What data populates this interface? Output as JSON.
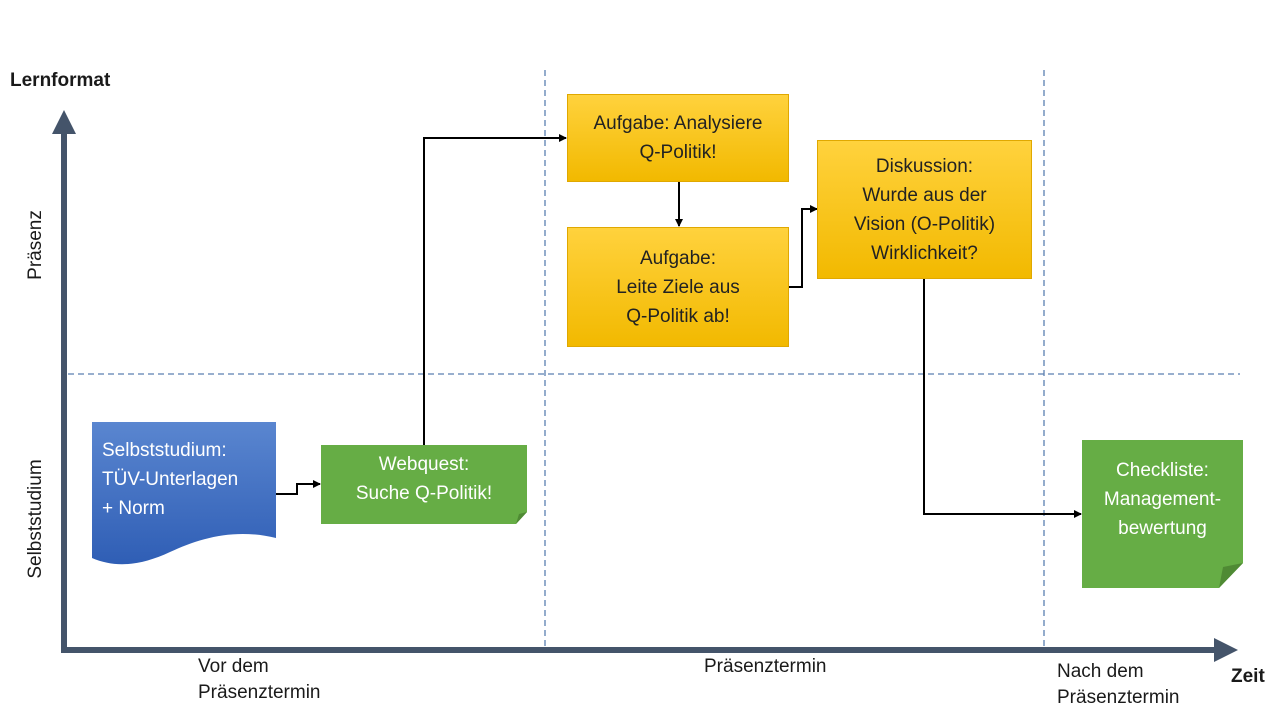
{
  "axes": {
    "y_title": "Lernformat",
    "x_title": "Zeit",
    "y_bands": {
      "top": "Präsenz",
      "bottom": "Selbststudium"
    },
    "x_phases": {
      "before": "Vor dem\nPräsenztermin",
      "during": "Präsenztermin",
      "after": "Nach dem\nPräsenztermin"
    }
  },
  "nodes": {
    "self_study": "Selbststudium:\nTÜV-Unterlagen\n+ Norm",
    "webquest": "Webquest:\nSuche Q-Politik!",
    "analyse": "Aufgabe: Analysiere\nQ-Politik!",
    "derive": "Aufgabe:\nLeite Ziele aus\nQ-Politik ab!",
    "discussion": "Diskussion:\nWurde aus der\nVision (O-Politik)\nWirklichkeit?",
    "checklist": "Checkliste:\nManagement-\nbewertung"
  },
  "colors": {
    "axis": "#44546a",
    "presence_task": "#ffc000",
    "self_task": "#70ad47",
    "document": "#4472c4",
    "divider": "#5b7fb0"
  }
}
